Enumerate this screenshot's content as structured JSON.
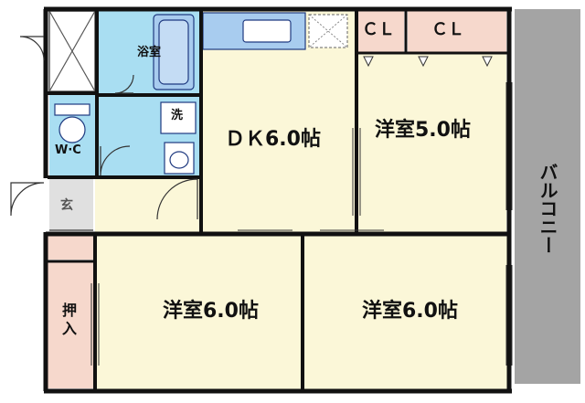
{
  "rooms": {
    "bath": "浴室",
    "washroom": "洗",
    "toilet": "W·C",
    "entrance": "玄",
    "dk": "ＤＫ6.0帖",
    "western_5": "洋室5.0帖",
    "western_6_left": "洋室6.0帖",
    "western_6_right": "洋室6.0帖",
    "closet_1": "ＣＬ",
    "closet_2": "ＣＬ",
    "storage": "押入",
    "balcony": "バルコニー"
  },
  "colors": {
    "wall": "#111111",
    "room_fill": "#fbf7d8",
    "wet_area_fill": "#a9def2",
    "closet_fill": "#f6d8cc",
    "balcony_fill": "#a4a4a4",
    "fixture_fill": "#a8ccef",
    "outline": "#1f3a80"
  }
}
